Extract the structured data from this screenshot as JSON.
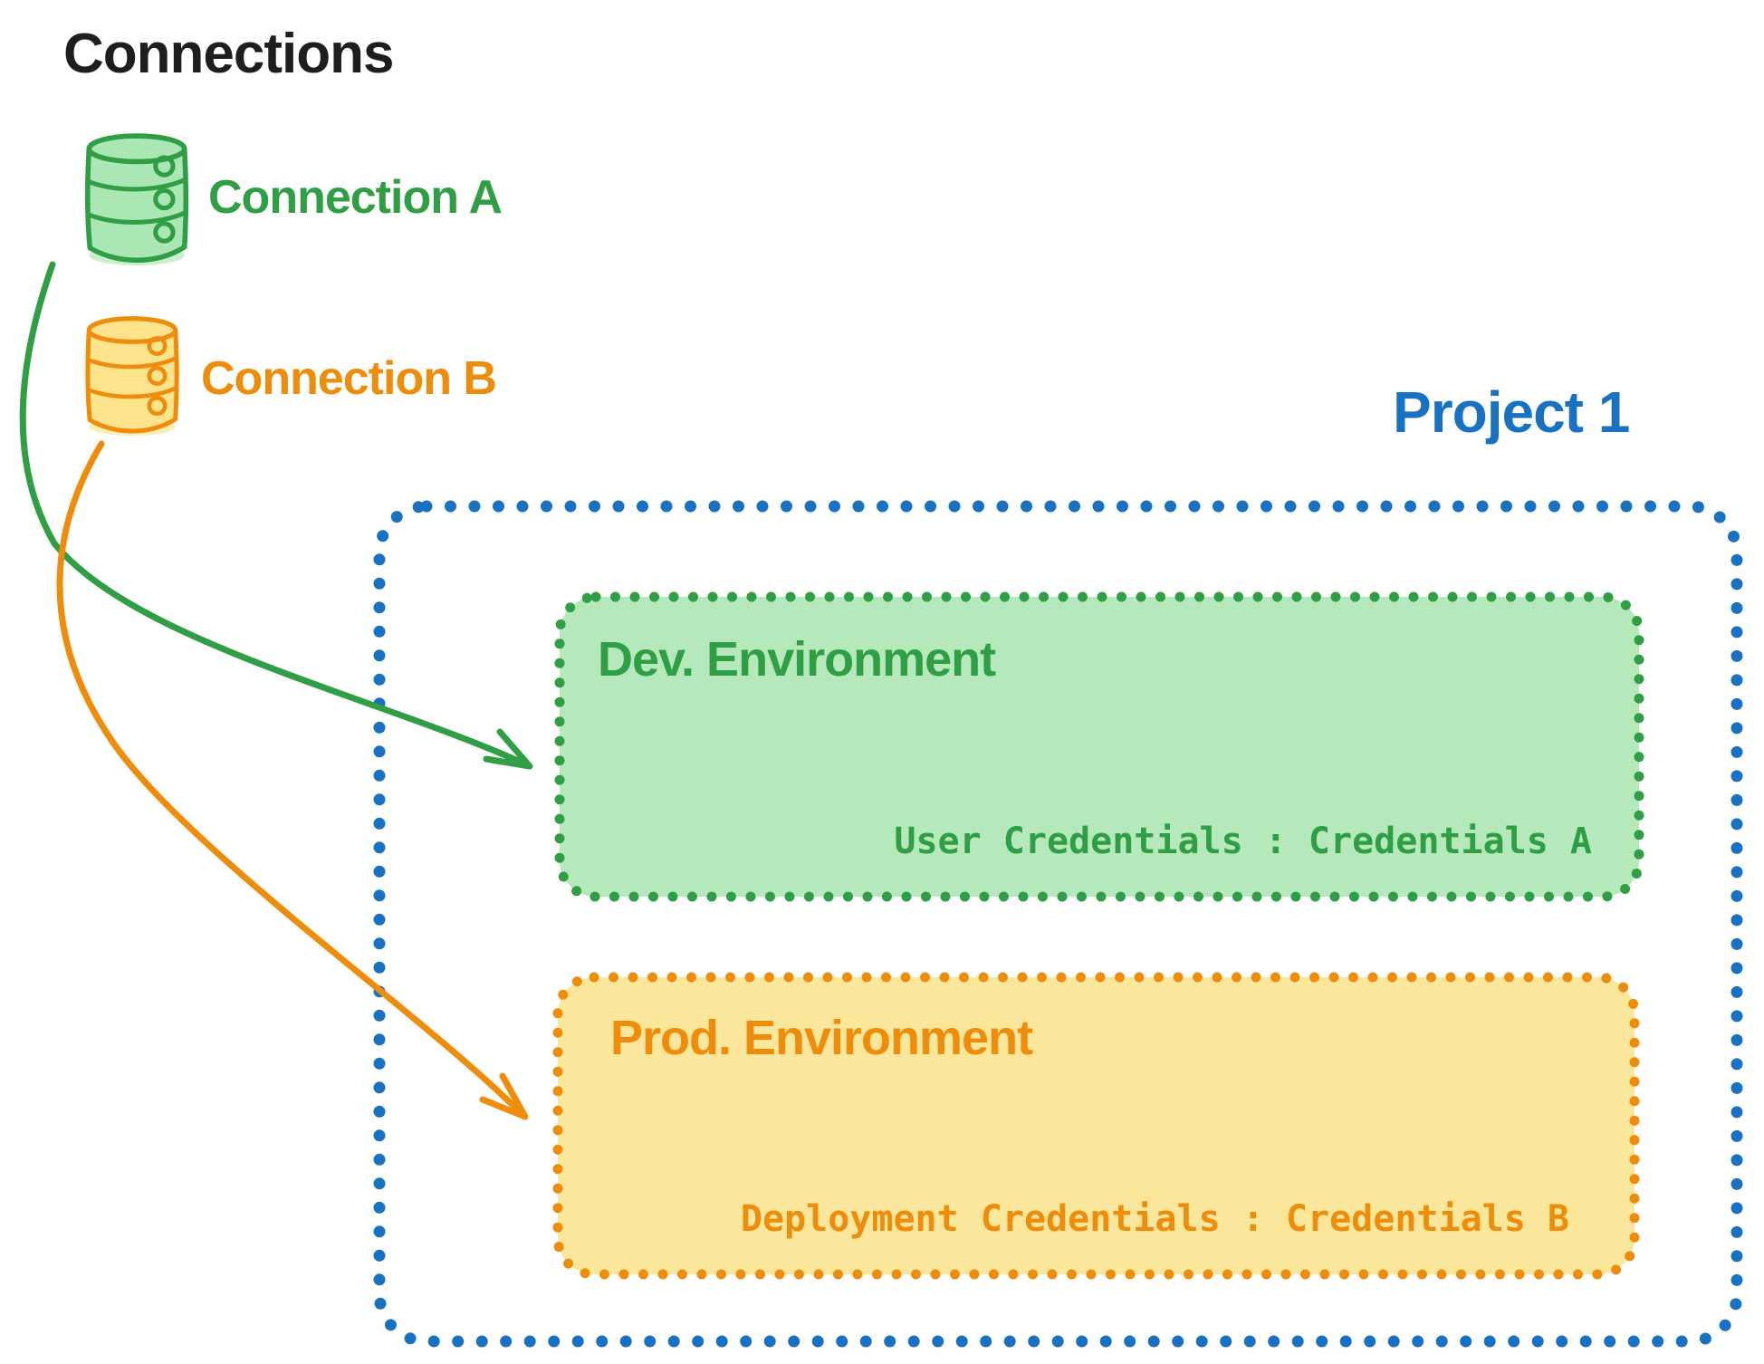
{
  "diagram_title": "Connections",
  "palette": {
    "ink": "#1e1e1e",
    "green": "#2f9e44",
    "green_box_fill": "#b5e9bc",
    "green_db_fill": "#abe7b4",
    "orange": "#ee8c0c",
    "orange_box_fill": "#fbe79b",
    "orange_db_fill": "#fde38b",
    "blue": "#1971c2"
  },
  "connections": [
    {
      "label": "Connection A",
      "icon": "database-icon",
      "color": "#2f9e44"
    },
    {
      "label": "Connection B",
      "icon": "database-icon",
      "color": "#ee8c0c"
    }
  ],
  "project": {
    "title": "Project 1",
    "environments": [
      {
        "name": "Dev. Environment",
        "credentials_label": "User Credentials : Credentials A"
      },
      {
        "name": "Prod. Environment",
        "credentials_label": "Deployment Credentials : Credentials B"
      }
    ]
  },
  "arrows": [
    {
      "from": "Connection A",
      "to": "Dev. Environment",
      "color": "#2f9e44"
    },
    {
      "from": "Connection B",
      "to": "Prod. Environment",
      "color": "#ee8c0c"
    }
  ]
}
